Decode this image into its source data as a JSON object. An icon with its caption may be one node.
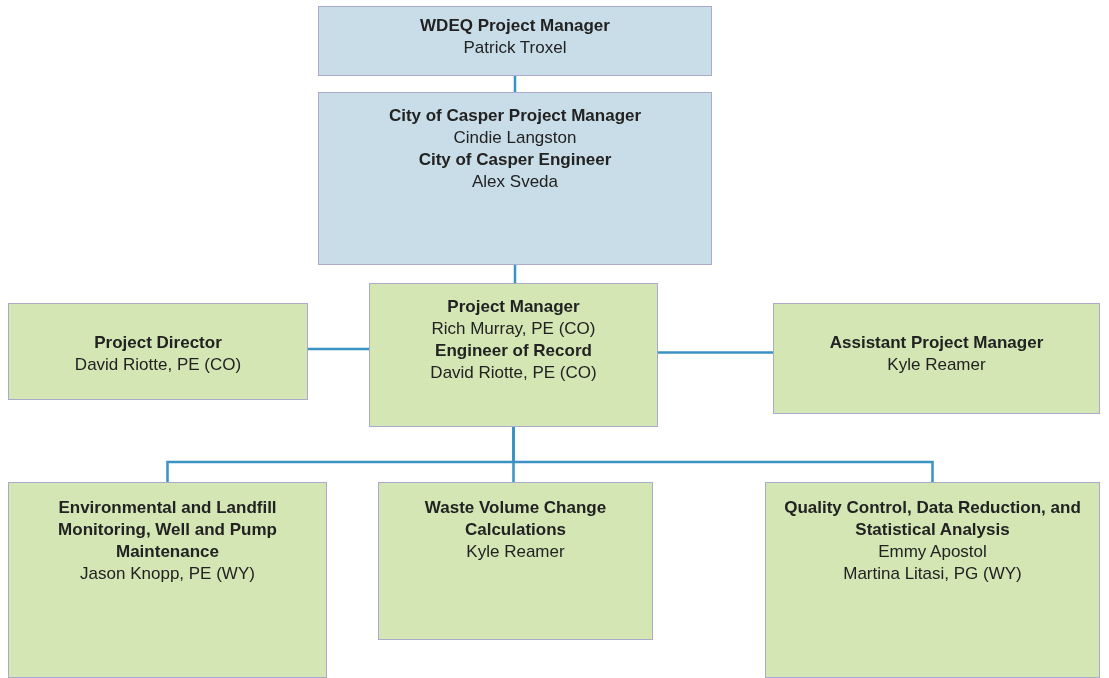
{
  "diagram": {
    "nodes": [
      {
        "text": [
          "WDEQ Project Manager",
          "Patrick Troxel"
        ]
      },
      {
        "text": [
          "City of Casper Project Manager",
          "Cindie Langston",
          "City of Casper Engineer",
          "Alex Sveda"
        ]
      },
      {
        "text": [
          "Project Director",
          "David Riotte, PE (CO)"
        ]
      },
      {
        "text": [
          "Project Manager",
          "Rich Murray, PE (CO)",
          "Engineer of Record",
          "David Riotte, PE (CO)"
        ]
      },
      {
        "text": [
          "Assistant Project Manager",
          "Kyle Reamer"
        ]
      },
      {
        "text": [
          "Environmental and Landfill Monitoring, Well and Pump Maintenance",
          "Jason Knopp, PE (WY)"
        ]
      },
      {
        "text": [
          "Waste Volume Change Calculations",
          "Kyle Reamer"
        ]
      },
      {
        "text": [
          "Quality Control, Data Reduction, and Statistical Analysis",
          "Emmy Apostol",
          "Martina Litasi, PG (WY)"
        ]
      }
    ],
    "edges": [
      {
        "from": 0,
        "to": 1,
        "arrow": "none"
      },
      {
        "from": 1,
        "to": 3,
        "arrow": "none"
      },
      {
        "from": 2,
        "to": 3,
        "arrow": "none"
      },
      {
        "from": 3,
        "to": 4,
        "arrow": "none"
      },
      {
        "from": 3,
        "to": 5,
        "arrow": "none"
      },
      {
        "from": 3,
        "to": 6,
        "arrow": "none"
      },
      {
        "from": 3,
        "to": 7,
        "arrow": "none"
      }
    ]
  }
}
